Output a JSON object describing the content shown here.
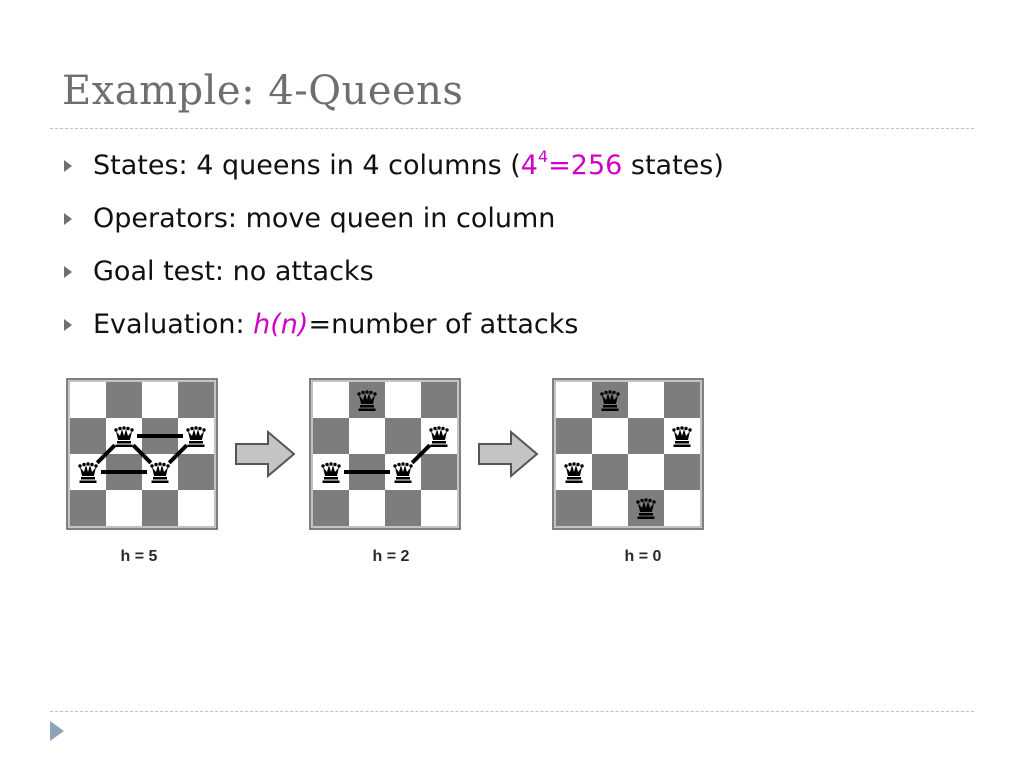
{
  "slide": {
    "title": "Example: 4-Queens",
    "bullets": [
      {
        "label": "States:",
        "pre": " 4 queens in 4 columns (",
        "hl_base": "4",
        "hl_sup": "4",
        "hl_rest": "=256",
        "post": " states)"
      },
      {
        "label": "Operators:",
        "text": " move queen in column"
      },
      {
        "label": "Goal test:",
        "text": " no attacks"
      },
      {
        "label": "Evaluation:",
        "hl": "h(n)",
        "post": "=number of attacks"
      }
    ]
  },
  "figure": {
    "boards": [
      {
        "caption": "h = 5",
        "queens": [
          2,
          1,
          2,
          1
        ],
        "attack_lines": [
          [
            0,
            1
          ],
          [
            1,
            2
          ],
          [
            0,
            2
          ],
          [
            2,
            3
          ],
          [
            1,
            3
          ]
        ]
      },
      {
        "caption": "h = 2",
        "queens": [
          2,
          0,
          2,
          1
        ],
        "attack_lines": [
          [
            0,
            2
          ],
          [
            2,
            3
          ]
        ]
      },
      {
        "caption": "h = 0",
        "queens": [
          2,
          0,
          3,
          1
        ],
        "attack_lines": []
      }
    ],
    "colors": {
      "dark_square": "#7d7d7d",
      "light_square": "#ffffff",
      "arrow_fill": "#c4c4c4",
      "arrow_stroke": "#555555"
    },
    "icons": {
      "queen": "queen-icon",
      "step_arrow": "right-arrow-icon"
    }
  },
  "footer": {
    "nav_icon": "play-triangle-icon"
  }
}
